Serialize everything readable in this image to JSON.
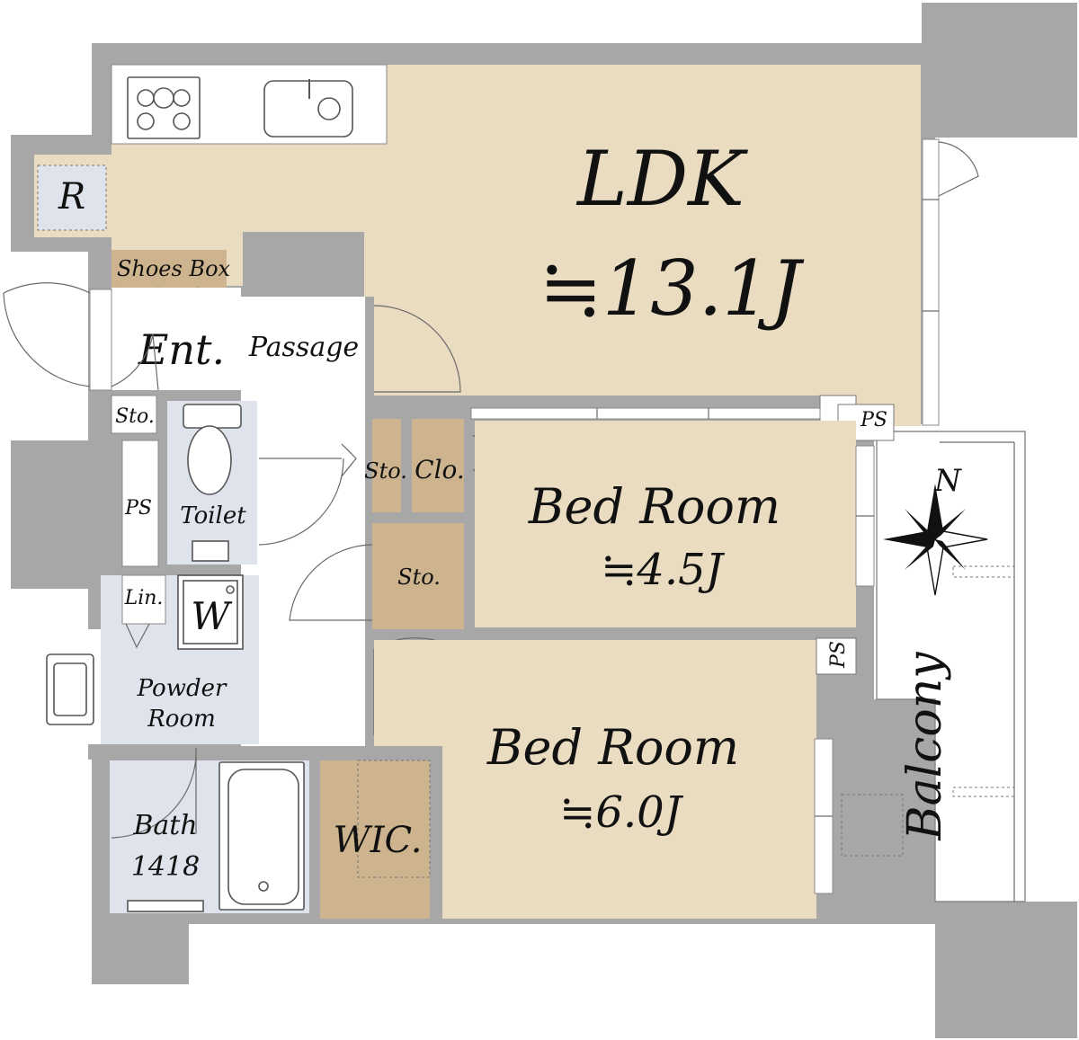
{
  "plan": {
    "colors": {
      "wall": "#a7a7a7",
      "living": "#e9dcc1",
      "storage": "#cdb48e",
      "wet_area": "#dfe3ec"
    },
    "labels": {
      "ldk_name": "LDK",
      "ldk_size": "≒13.1J",
      "refrigerator": "R",
      "shoes_box": "Shoes Box",
      "entrance": "Ent.",
      "passage": "Passage",
      "storage_small": "Sto.",
      "pipe_space": "PS",
      "toilet": "Toilet",
      "linen": "Lin.",
      "washer": "W",
      "powder_room_line1": "Powder",
      "powder_room_line2": "Room",
      "bath": "Bath",
      "bath_size": "1418",
      "wic": "WIC.",
      "storage_mid": "Sto.",
      "closet": "Clo.",
      "storage_large": "Sto.",
      "bedroom_name": "Bed Room",
      "bedroom1_size": "≒4.5J",
      "bedroom2_size": "≒6.0J",
      "balcony": "Balcony",
      "north_marker": "N"
    }
  }
}
